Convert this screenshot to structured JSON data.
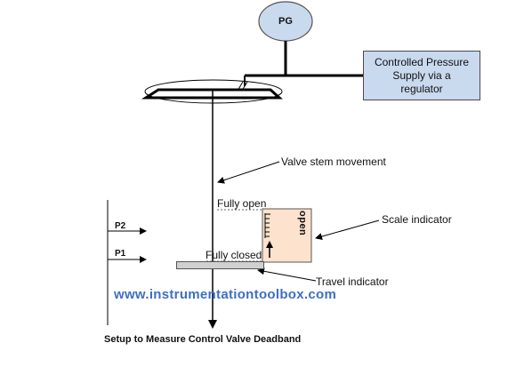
{
  "diagram": {
    "pressure_gauge": "PG",
    "supply_box": [
      "Controlled Pressure",
      "Supply via a",
      "regulator"
    ],
    "valve_stem_label": "Valve stem movement",
    "fully_open_label": "Fully open",
    "fully_closed_label": "Fully closed",
    "scale_word": "open",
    "scale_indicator_label": "Scale indicator",
    "travel_indicator_label": "Travel indicator",
    "p2_label": "P2",
    "p1_label": "P1",
    "website": "www.instrumentationtoolbox.com",
    "caption": "Setup to Measure Control Valve Deadband"
  },
  "colors": {
    "gauge_fill": "#c9d9ee",
    "supply_fill": "#c9d9ee",
    "scale_fill": "#fde2cd",
    "travel_bar_fill": "#d0d0d0",
    "website_text": "#3d6fc4",
    "line": "#000000"
  }
}
